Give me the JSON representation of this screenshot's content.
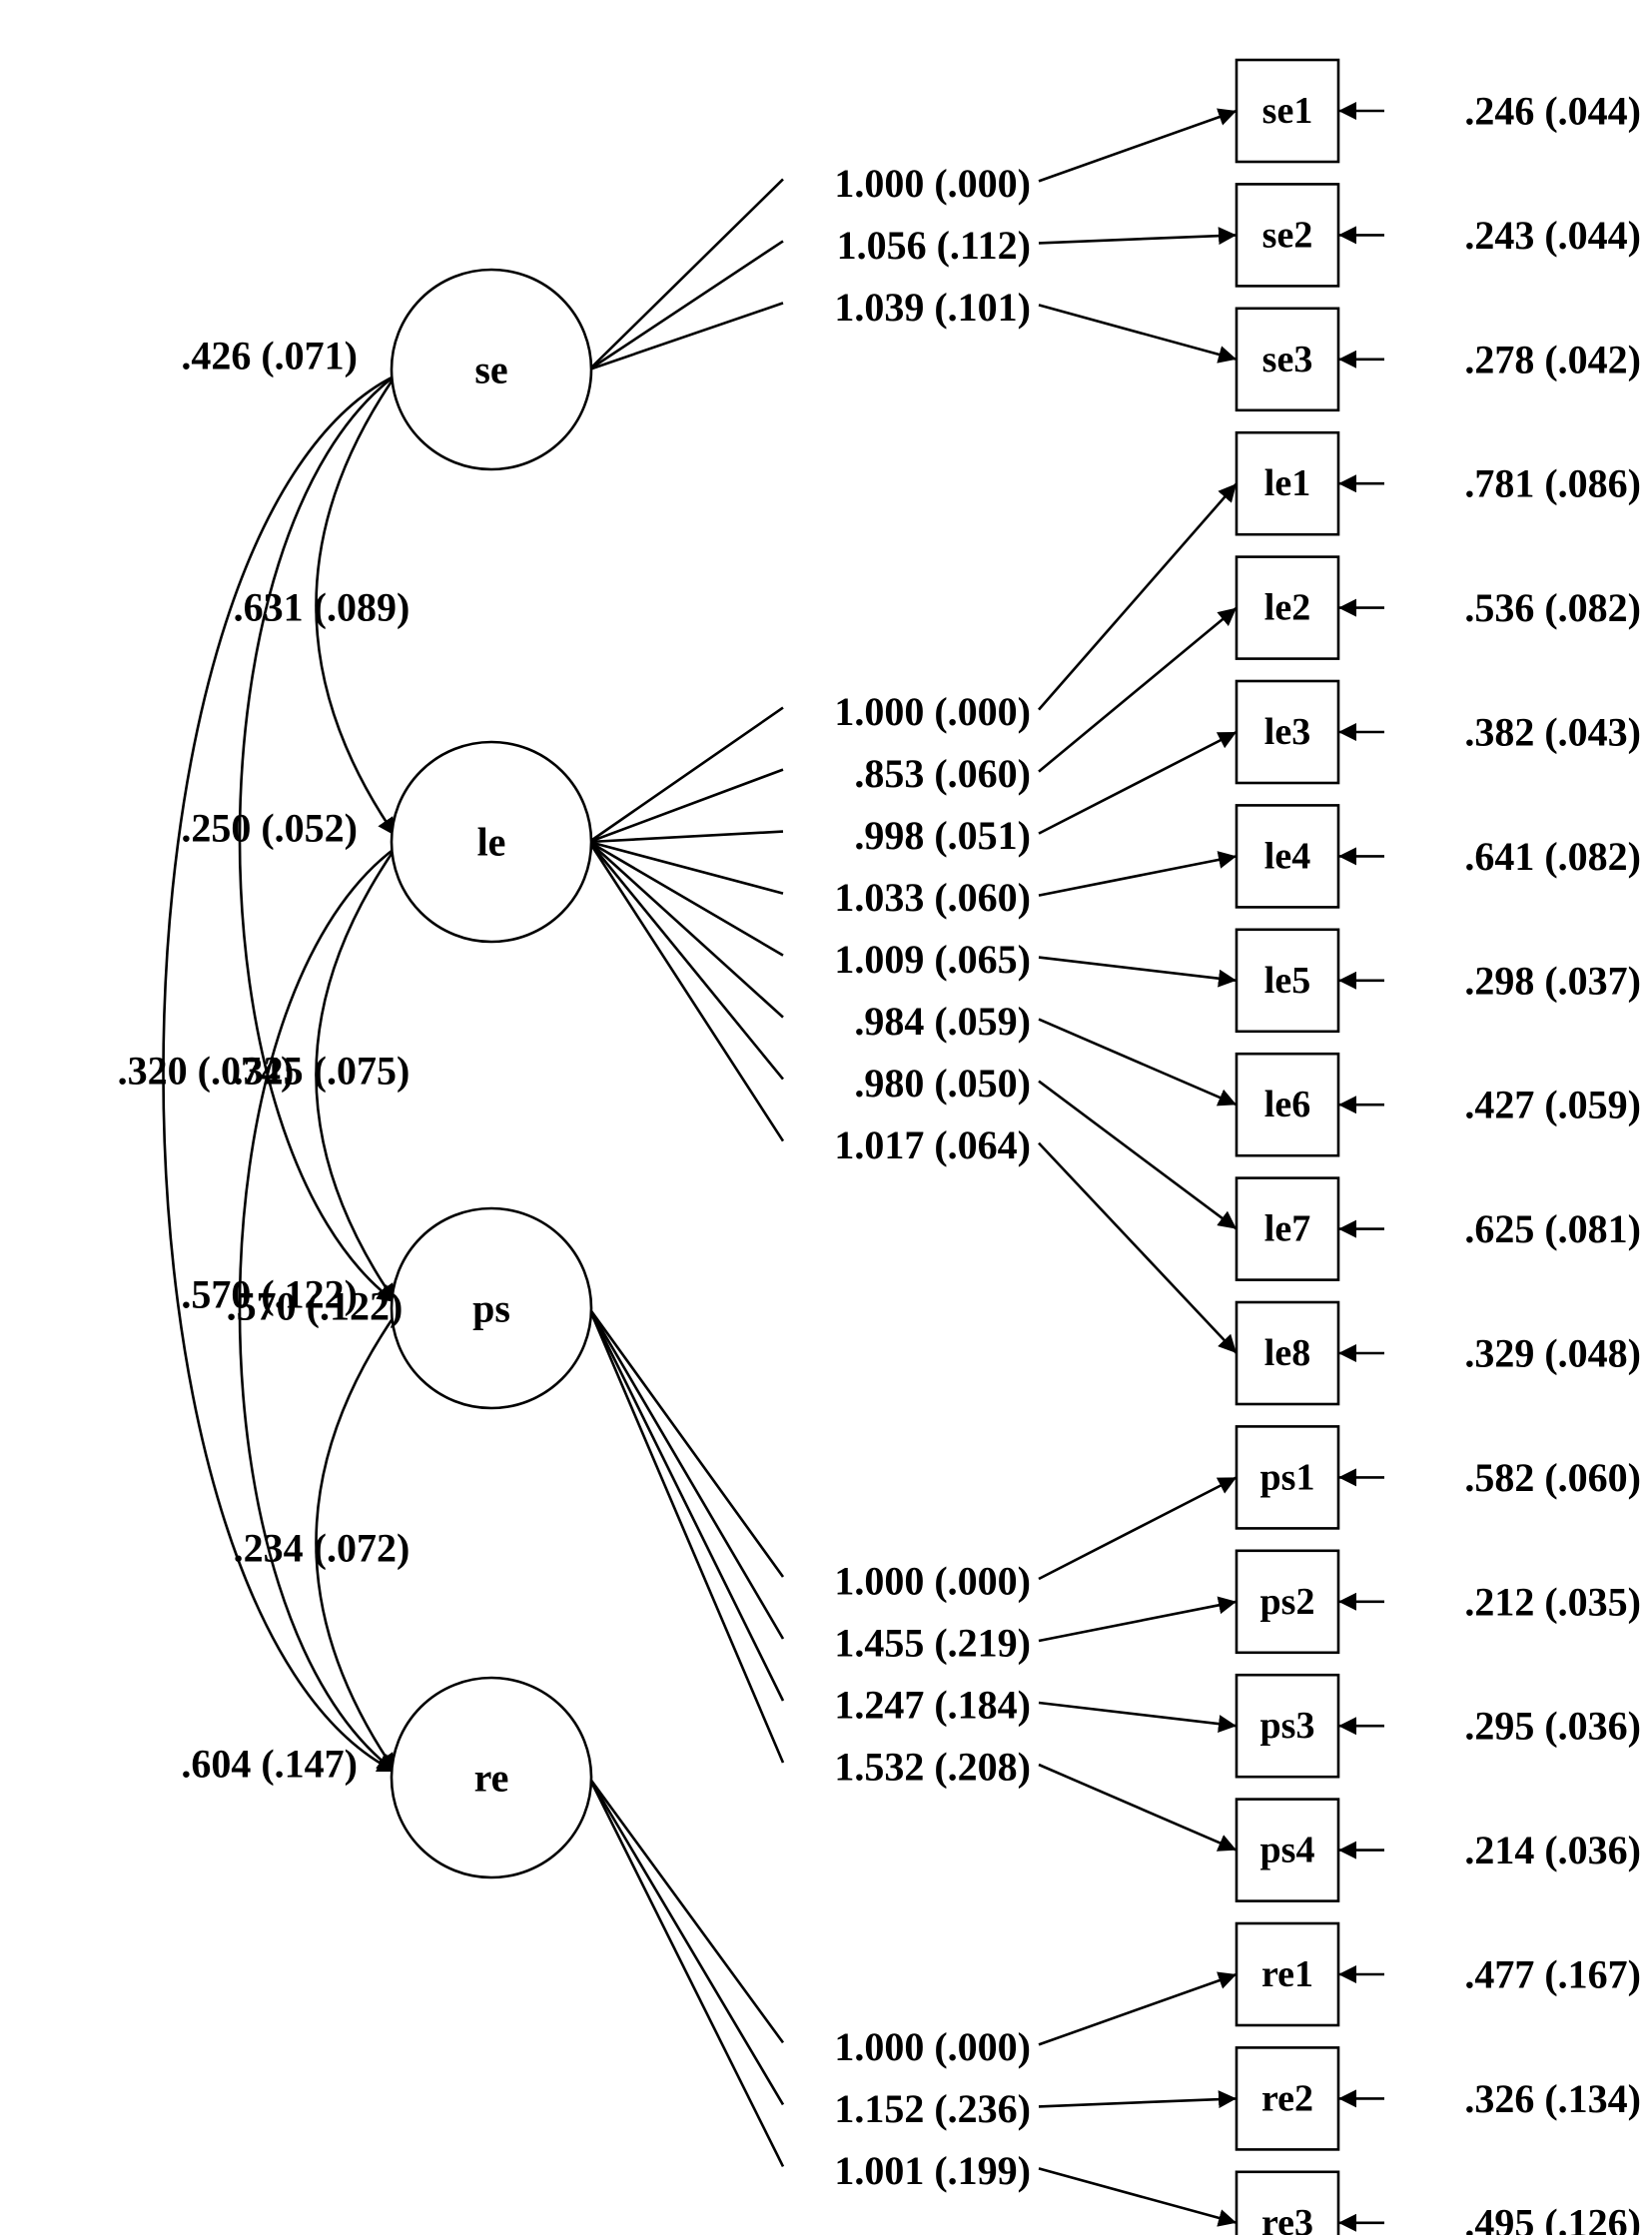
{
  "latents": [
    {
      "id": "se",
      "label": "se",
      "variance": ".426 (.071)"
    },
    {
      "id": "le",
      "label": "le",
      "variance": ".250 (.052)"
    },
    {
      "id": "ps",
      "label": "ps",
      "variance": ".570 (.122)"
    },
    {
      "id": "re",
      "label": "re",
      "variance": ".604 (.147)"
    }
  ],
  "indicators": [
    {
      "id": "se1",
      "label": "se1",
      "factor": "se",
      "loading": "1.000 (.000)",
      "residual": ".246 (.044)"
    },
    {
      "id": "se2",
      "label": "se2",
      "factor": "se",
      "loading": "1.056 (.112)",
      "residual": ".243 (.044)"
    },
    {
      "id": "se3",
      "label": "se3",
      "factor": "se",
      "loading": "1.039 (.101)",
      "residual": ".278 (.042)"
    },
    {
      "id": "le1",
      "label": "le1",
      "factor": "le",
      "loading": "1.000 (.000)",
      "residual": ".781 (.086)"
    },
    {
      "id": "le2",
      "label": "le2",
      "factor": "le",
      "loading": ".853 (.060)",
      "residual": ".536 (.082)"
    },
    {
      "id": "le3",
      "label": "le3",
      "factor": "le",
      "loading": ".998 (.051)",
      "residual": ".382 (.043)"
    },
    {
      "id": "le4",
      "label": "le4",
      "factor": "le",
      "loading": "1.033 (.060)",
      "residual": ".641 (.082)"
    },
    {
      "id": "le5",
      "label": "le5",
      "factor": "le",
      "loading": "1.009 (.065)",
      "residual": ".298 (.037)"
    },
    {
      "id": "le6",
      "label": "le6",
      "factor": "le",
      "loading": ".984 (.059)",
      "residual": ".427 (.059)"
    },
    {
      "id": "le7",
      "label": "le7",
      "factor": "le",
      "loading": ".980 (.050)",
      "residual": ".625 (.081)"
    },
    {
      "id": "le8",
      "label": "le8",
      "factor": "le",
      "loading": "1.017 (.064)",
      "residual": ".329 (.048)"
    },
    {
      "id": "ps1",
      "label": "ps1",
      "factor": "ps",
      "loading": "1.000 (.000)",
      "residual": ".582 (.060)"
    },
    {
      "id": "ps2",
      "label": "ps2",
      "factor": "ps",
      "loading": "1.455 (.219)",
      "residual": ".212 (.035)"
    },
    {
      "id": "ps3",
      "label": "ps3",
      "factor": "ps",
      "loading": "1.247 (.184)",
      "residual": ".295 (.036)"
    },
    {
      "id": "ps4",
      "label": "ps4",
      "factor": "ps",
      "loading": "1.532 (.208)",
      "residual": ".214 (.036)"
    },
    {
      "id": "re1",
      "label": "re1",
      "factor": "re",
      "loading": "1.000 (.000)",
      "residual": ".477 (.167)"
    },
    {
      "id": "re2",
      "label": "re2",
      "factor": "re",
      "loading": "1.152 (.236)",
      "residual": ".326 (.134)"
    },
    {
      "id": "re3",
      "label": "re3",
      "factor": "re",
      "loading": "1.001 (.199)",
      "residual": ".495 (.126)"
    }
  ],
  "covariances": [
    {
      "from": "se",
      "to": "le",
      "label": ".631 (.089)"
    },
    {
      "from": "se",
      "to": "ps",
      "label": ".325 (.075)"
    },
    {
      "from": "se",
      "to": "re",
      "label": ".320 (.074)"
    },
    {
      "from": "le",
      "to": "ps",
      "label": ".325 (.075)"
    },
    {
      "from": "le",
      "to": "re",
      "label": ".570 (.122)"
    },
    {
      "from": "ps",
      "to": "re",
      "label": ".234 (.072)"
    }
  ]
}
